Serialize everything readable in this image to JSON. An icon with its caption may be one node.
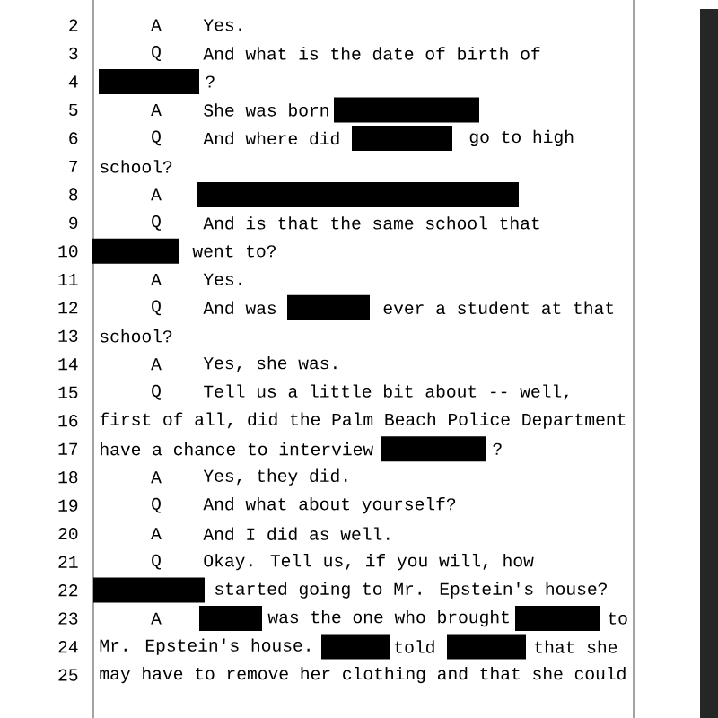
{
  "diagram": {
    "labels": [
      "2",
      "A",
      "Yes.",
      "3",
      "Q",
      "And what is the date of birth of",
      "4",
      "?",
      "5",
      "A",
      "She was born",
      "6",
      "Q",
      "And where did",
      "go to high",
      "7",
      "school?",
      "8",
      "A",
      "9",
      "Q",
      "And is that the same school that",
      "10",
      "went to?",
      "11",
      "A",
      "Yes.",
      "12",
      "Q",
      "And was",
      "ever a student at that",
      "13",
      "school?",
      "14",
      "A",
      "Yes, she was.",
      "15",
      "Q",
      "Tell us a little bit about -- well,",
      "16",
      "first of all, did the Palm Beach Police Department",
      "17",
      "have a chance to interview",
      "?",
      "18",
      "A",
      "Yes, they did.",
      "19",
      "Q",
      "And what about yourself?",
      "20",
      "A",
      "And I did as well.",
      "21",
      "Q",
      "Okay. Tell us, if you will, how",
      "22",
      "started going to Mr. Epstein's house?",
      "23",
      "A",
      "was the one who brought",
      "to",
      "24",
      "Mr. Epstein's house.",
      "told",
      "that she",
      "25",
      "may have to remove her clothing and that she could"
    ]
  }
}
